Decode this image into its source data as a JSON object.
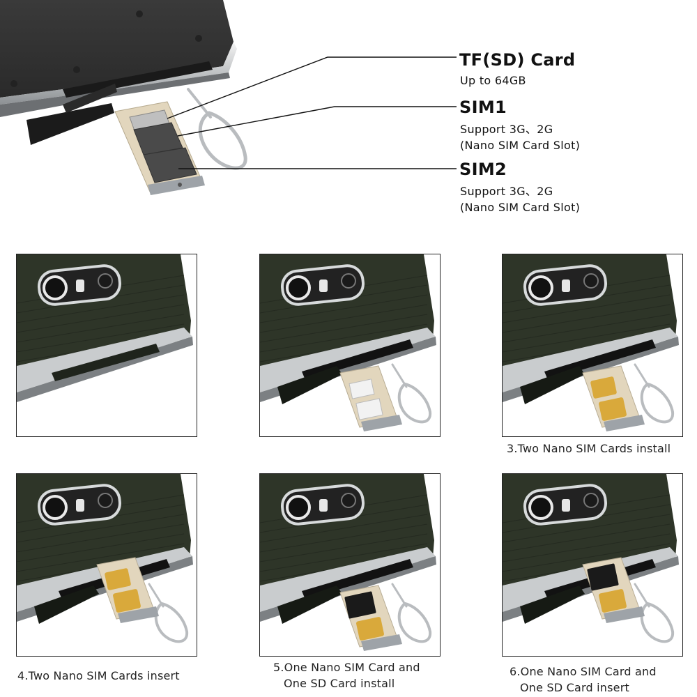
{
  "hero": {
    "labels": [
      {
        "title": "TF(SD) Card",
        "lines": [
          "Up to  64GB"
        ]
      },
      {
        "title": "SIM1",
        "lines": [
          "Support 3G、2G",
          "(Nano SIM Card Slot)"
        ]
      },
      {
        "title": "SIM2",
        "lines": [
          "Support 3G、2G",
          "(Nano SIM Card Slot)"
        ]
      }
    ]
  },
  "steps": [
    {
      "caption": [],
      "state": "closed"
    },
    {
      "caption": [],
      "state": "tray-empty"
    },
    {
      "caption": [
        "3.Two Nano SIM Cards install"
      ],
      "state": "two-sim"
    },
    {
      "caption": [
        "4.Two Nano SIM Cards insert"
      ],
      "state": "inserted"
    },
    {
      "caption": [
        "5.One Nano SIM Card and",
        "One SD Card install"
      ],
      "state": "sim-sd"
    },
    {
      "caption": [
        "6.One Nano SIM Card and",
        "One SD Card insert"
      ],
      "state": "sim-sd-inserted"
    }
  ],
  "colors": {
    "phone_body": "#2e3528",
    "phone_dark": "#1f241c",
    "frame_silver": "#c9ccce",
    "tray_gold": "#e2d6bd",
    "sim_gold": "#d9a93b",
    "sd_black": "#1a1a1a",
    "pin_gray": "#b9bcbf"
  }
}
